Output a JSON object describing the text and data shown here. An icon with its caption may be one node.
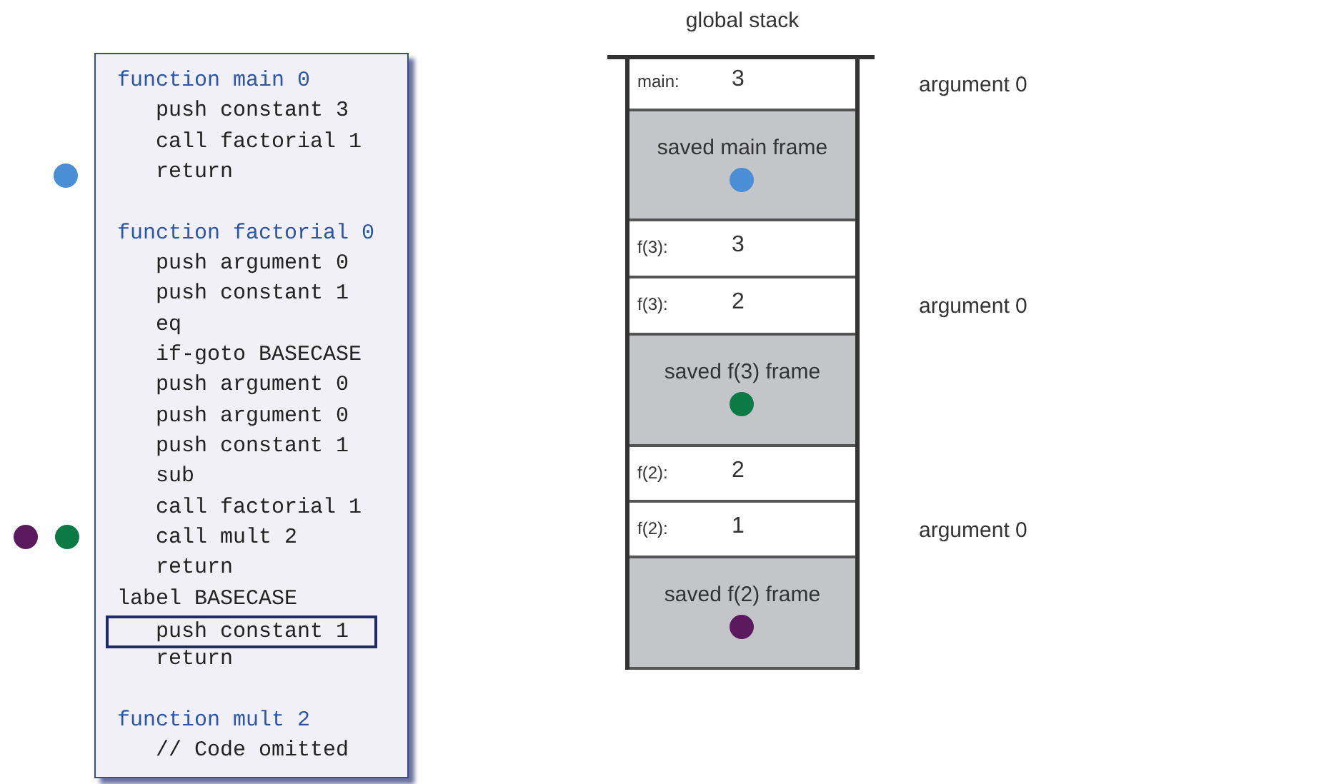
{
  "diagram": {
    "nodes": [
      {
        "text": [
          "function main 0",
          "push constant 3",
          "call factorial 1",
          "return",
          "function factorial 0",
          "push argument 0",
          "push constant 1",
          "eq",
          "if-goto BASECASE",
          "push argument 0",
          "push argument 0",
          "push constant 1",
          "sub",
          "call factorial 1",
          "call mult 2",
          "return",
          "label BASECASE",
          "return",
          "function mult 2",
          "// Code omitted"
        ]
      },
      {
        "text": [
          "push constant 1"
        ],
        "in": 0
      },
      {
        "text": [
          "main:",
          "3"
        ],
        "beside": [
          "argument 0"
        ]
      },
      {
        "text": [
          "saved main frame"
        ]
      },
      {
        "text": [
          "f(3):",
          "3"
        ]
      },
      {
        "text": [
          "f(3):",
          "2"
        ],
        "beside": [
          "argument 0"
        ]
      },
      {
        "text": [
          "saved f(3) frame"
        ]
      },
      {
        "text": [
          "f(2):",
          "2"
        ]
      },
      {
        "text": [
          "f(2):",
          "1"
        ],
        "beside": [
          "argument 0"
        ]
      },
      {
        "text": [
          "saved f(2) frame"
        ]
      }
    ],
    "labels": [
      "global stack"
    ]
  }
}
